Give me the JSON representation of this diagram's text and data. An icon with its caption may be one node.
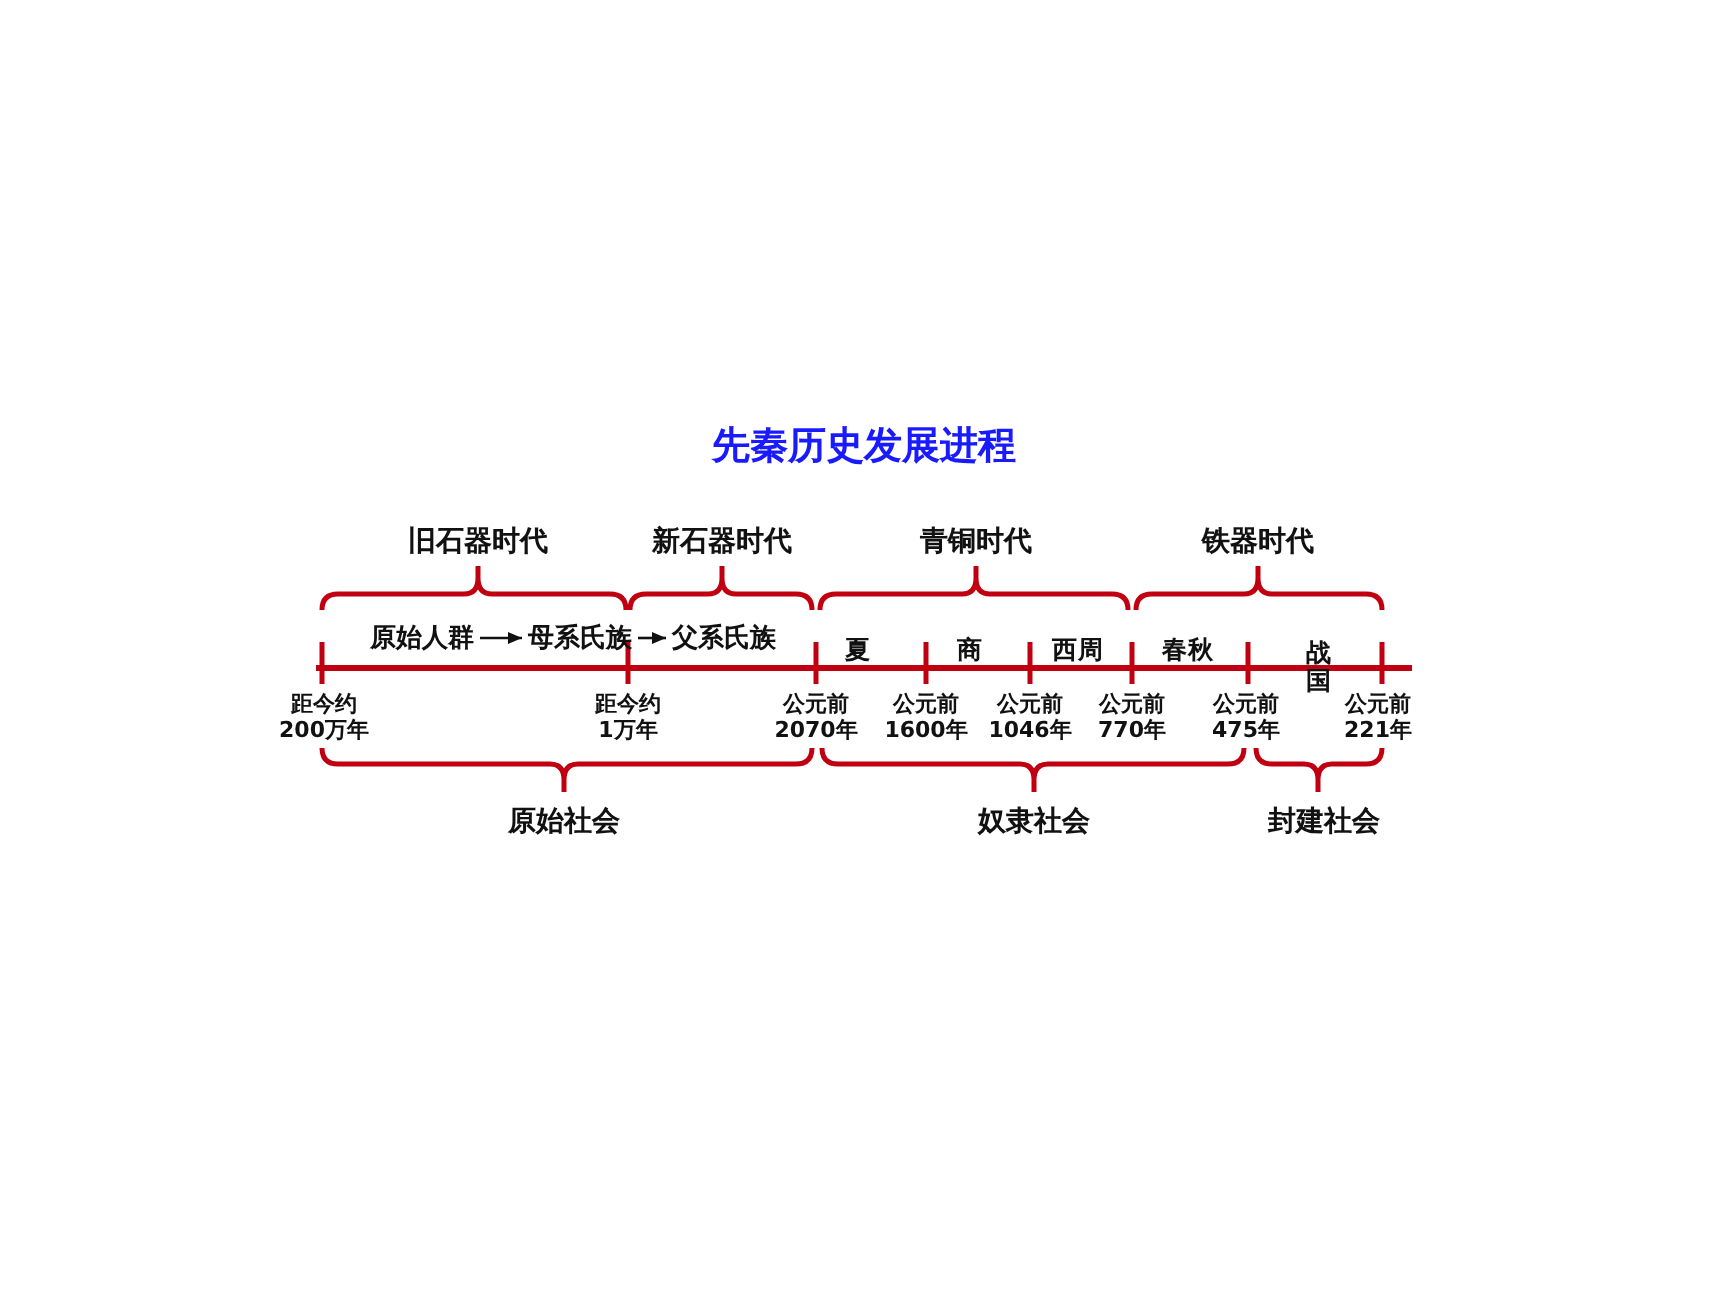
{
  "diagram": {
    "title": "先秦历史发展进程",
    "nodes": [
      {
        "text": [
          "原始人群"
        ]
      },
      {
        "text": [
          "母系氏族"
        ]
      },
      {
        "text": [
          "父系氏族"
        ]
      }
    ],
    "edges": [
      {
        "from": 0,
        "to": 1,
        "arrow": "to"
      },
      {
        "from": 1,
        "to": 2,
        "arrow": "to"
      }
    ],
    "labels": [
      "旧石器时代",
      "新石器时代",
      "青铜时代",
      "铁器时代",
      "夏",
      "商",
      "西周",
      "春秋",
      "战国",
      "距今约200万年",
      "距今约1万年",
      "公元前2070年",
      "公元前1600年",
      "公元前1046年",
      "公元前770年",
      "公元前475年",
      "公元前221年",
      "原始社会",
      "奴隶社会",
      "封建社会"
    ]
  }
}
